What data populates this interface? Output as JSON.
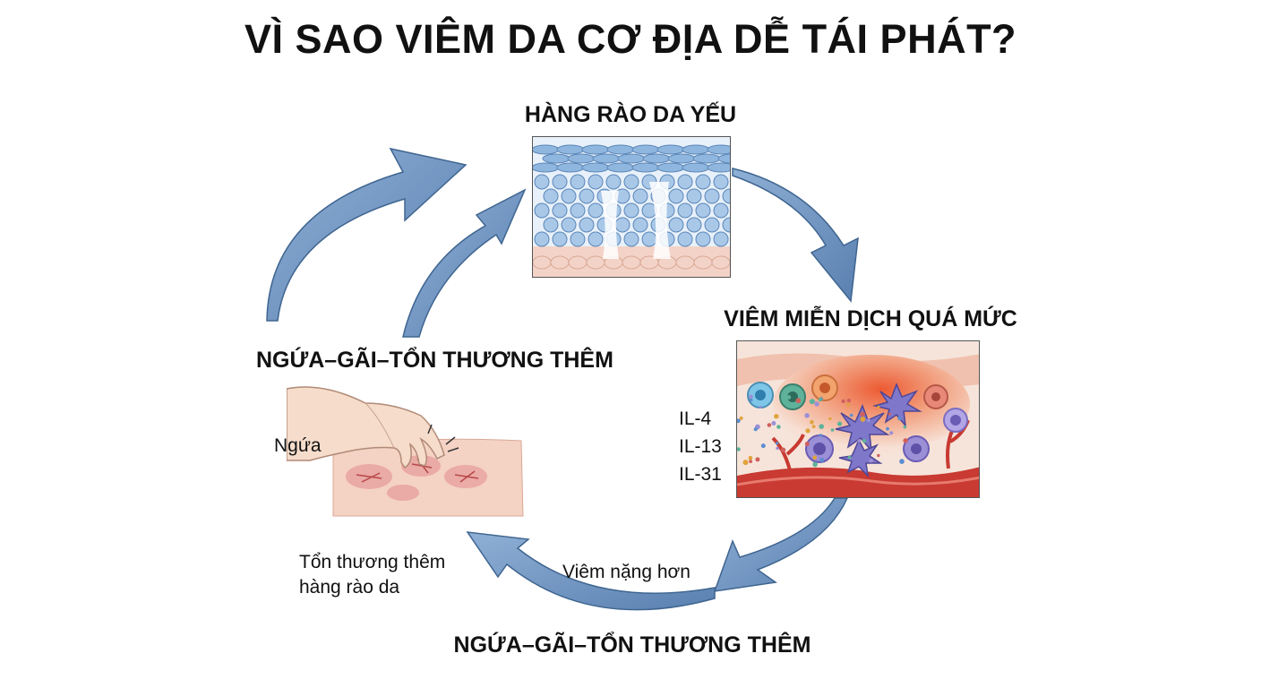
{
  "title": "VÌ SAO VIÊM DA CƠ ĐỊA DỄ TÁI PHÁT?",
  "stages": {
    "barrier": {
      "heading": "HÀNG RÀO DA YẾU"
    },
    "inflammation": {
      "heading": "VIÊM MIỄN DỊCH QUÁ MỨC",
      "cytokines": [
        "IL-4",
        "IL-13",
        "IL-31"
      ]
    },
    "scratch_left": {
      "heading": "NGỨA–GÃI–TỔN THƯƠNG THÊM",
      "itch_label": "Ngứa"
    },
    "scratch_bottom": {
      "heading": "NGỨA–GÃI–TỔN THƯƠNG THÊM"
    }
  },
  "arrow_notes": {
    "worse_inflammation": "Viêm nặng hơn",
    "damage_line1": "Tổn thương thêm",
    "damage_line2": "hàng rào da"
  },
  "colors": {
    "arrow_fill": "#6f93c0",
    "arrow_stroke": "#3f6590",
    "cell_blue": "#8fb6de",
    "skin_pink": "#f3d3c8",
    "inflamed_red": "#e9643c",
    "vessel_red": "#c83a32",
    "immune_purple": "#9b8fd6"
  },
  "icons": [
    "cycle-arrow-icon",
    "skin-barrier-illustration",
    "immune-inflammation-illustration",
    "scratching-hand-illustration"
  ]
}
